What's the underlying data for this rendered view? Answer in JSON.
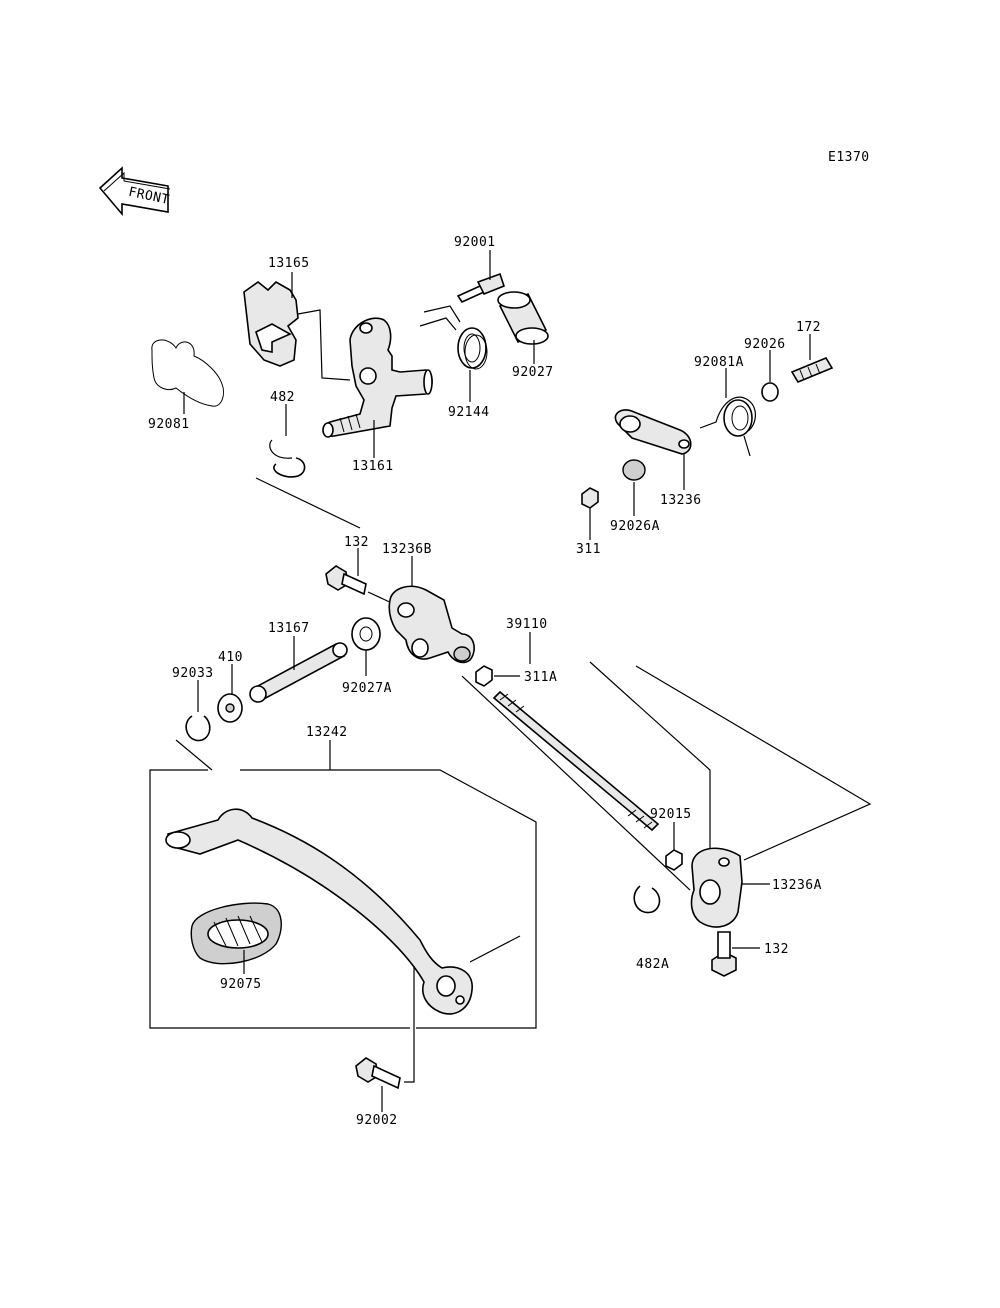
{
  "diagram_code": "E1370",
  "front_label": "FRONT",
  "parts": {
    "p13165": "13165",
    "p92001": "92001",
    "p92081": "92081",
    "p92027": "92027",
    "p92144": "92144",
    "p482": "482",
    "p13161": "13161",
    "p172": "172",
    "p92026": "92026",
    "p92081A": "92081A",
    "p13236": "13236",
    "p92026A": "92026A",
    "p311": "311",
    "p132_top": "132",
    "p13236B": "13236B",
    "p39110": "39110",
    "p13167": "13167",
    "p410": "410",
    "p92033": "92033",
    "p92027A": "92027A",
    "p311A": "311A",
    "p13242": "13242",
    "p92015": "92015",
    "p13236A": "13236A",
    "p132_right": "132",
    "p482A": "482A",
    "p92075": "92075",
    "p92002": "92002"
  }
}
